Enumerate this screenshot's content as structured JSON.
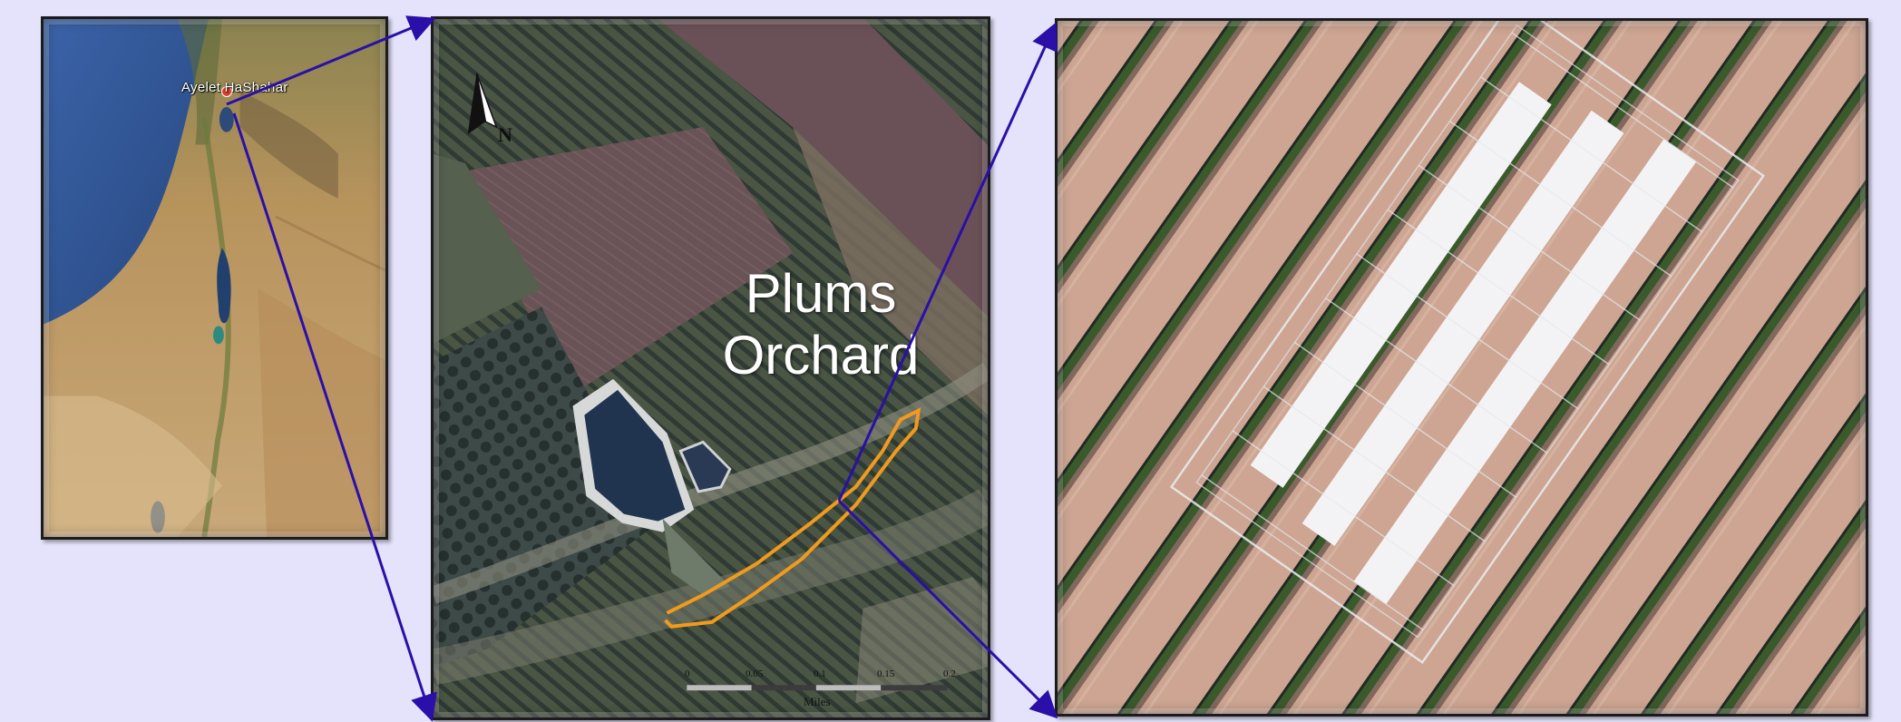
{
  "map_panel": {
    "place_label": "Ayelet HaShahar"
  },
  "farm_panel": {
    "orchard_label_line1": "Plums",
    "orchard_label_line2": "Orchard",
    "north_letter": "N",
    "scale_unit": "Miles",
    "scale_ticks": [
      "0",
      "0.05",
      "0.1",
      "0.15",
      "0.2"
    ]
  },
  "colors": {
    "background": "#e4e3fb",
    "connector": "#2a0fa8",
    "outline": "#f29a1d"
  }
}
